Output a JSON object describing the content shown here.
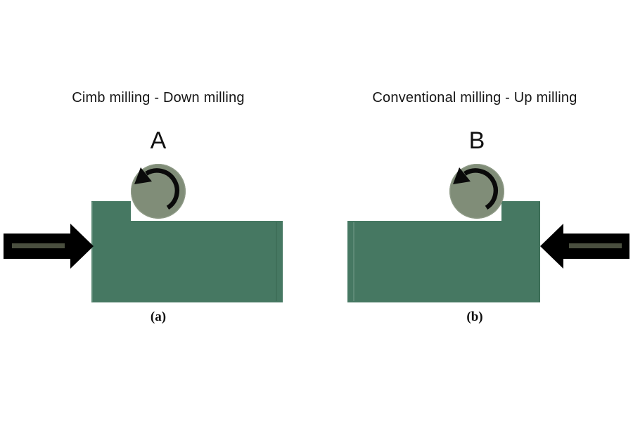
{
  "figure": {
    "background_color": "#ffffff",
    "workpiece_color": "#467862",
    "cutter_color": "#808D78",
    "arrow_color": "#000000",
    "arrow_inner_color": "#4a4f3f",
    "text_color": "#101010"
  },
  "panels": [
    {
      "id": "left",
      "title": "Cimb milling - Down milling",
      "caption": "(a)",
      "cutter_label": "A",
      "cutter_rotation": "counterclockwise",
      "feed_direction": "right",
      "step_side": "left"
    },
    {
      "id": "right",
      "title": "Conventional milling - Up milling",
      "caption": "(b)",
      "cutter_label": "B",
      "cutter_rotation": "counterclockwise",
      "feed_direction": "left",
      "step_side": "right"
    }
  ],
  "icons": {
    "rotation_arrow": "rotation-arrow-icon",
    "feed_arrow_right": "feed-arrow-right-icon",
    "feed_arrow_left": "feed-arrow-left-icon",
    "cutter": "milling-cutter-icon",
    "workpiece": "workpiece-icon"
  }
}
